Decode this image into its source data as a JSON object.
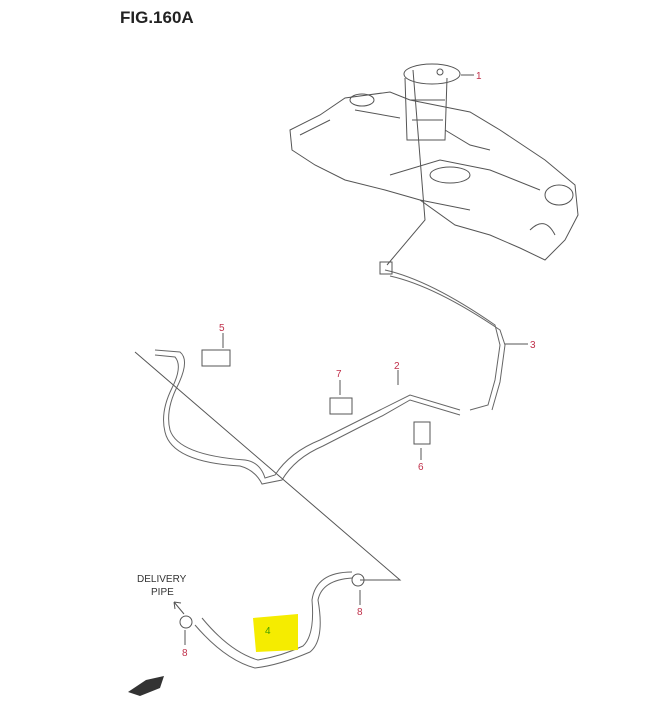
{
  "figure": {
    "title": "FIG.160A"
  },
  "annotation": {
    "line1": "DELIVERY",
    "line2": "PIPE"
  },
  "callouts": [
    {
      "id": "1"
    },
    {
      "id": "2"
    },
    {
      "id": "3"
    },
    {
      "id": "4",
      "highlighted": true
    },
    {
      "id": "5"
    },
    {
      "id": "6"
    },
    {
      "id": "7"
    },
    {
      "id": "8"
    },
    {
      "id": "8"
    }
  ],
  "colors": {
    "callout": "#c0304a",
    "highlight": "#f5ec00",
    "highlight_text": "#3fa000"
  }
}
